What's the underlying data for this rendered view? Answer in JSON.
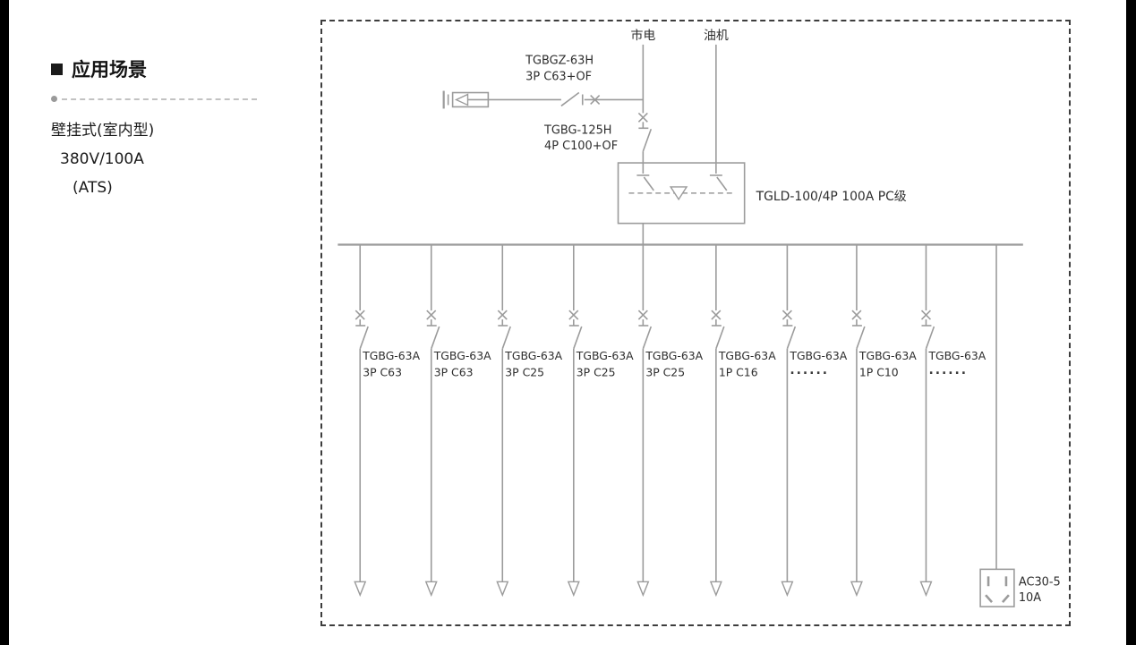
{
  "left_panel": {
    "title": "应用场景",
    "lines": [
      "壁挂式(室内型)",
      "380V/100A",
      "(ATS)"
    ]
  },
  "diagram": {
    "sources": {
      "mains": "市电",
      "generator": "油机"
    },
    "spd": {
      "line1": "TGBGZ-63H",
      "line2": "3P C63+OF"
    },
    "main_breaker": {
      "line1": "TGBG-125H",
      "line2": "4P C100+OF"
    },
    "ats": {
      "label": "TGLD-100/4P 100A PC级"
    },
    "feeders": [
      {
        "line1": "TGBG-63A",
        "line2": "3P C63"
      },
      {
        "line1": "TGBG-63A",
        "line2": "3P C63"
      },
      {
        "line1": "TGBG-63A",
        "line2": "3P C25"
      },
      {
        "line1": "TGBG-63A",
        "line2": "3P C25"
      },
      {
        "line1": "TGBG-63A",
        "line2": "3P C25"
      },
      {
        "line1": "TGBG-63A",
        "line2": "1P C16"
      },
      {
        "line1": "TGBG-63A",
        "line2": "······"
      },
      {
        "line1": "TGBG-63A",
        "line2": "1P C10"
      },
      {
        "line1": "TGBG-63A",
        "line2": "······"
      }
    ],
    "socket": {
      "line1": "AC30-5",
      "line2": "10A"
    }
  },
  "colors": {
    "line": "#9b9b9b",
    "text": "#2e2e2e",
    "border": "#3d3d3d"
  }
}
